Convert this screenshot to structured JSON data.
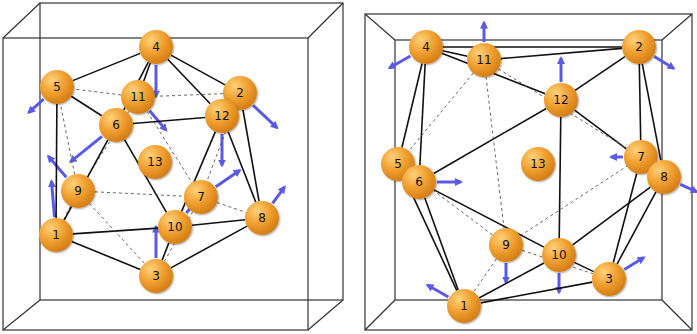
{
  "diagram": {
    "nodes": [
      {
        "text": [
          "1"
        ]
      },
      {
        "text": [
          "2"
        ]
      },
      {
        "text": [
          "3"
        ]
      },
      {
        "text": [
          "4"
        ]
      },
      {
        "text": [
          "5"
        ]
      },
      {
        "text": [
          "6"
        ]
      },
      {
        "text": [
          "7"
        ]
      },
      {
        "text": [
          "8"
        ]
      },
      {
        "text": [
          "9"
        ]
      },
      {
        "text": [
          "10"
        ]
      },
      {
        "text": [
          "11"
        ]
      },
      {
        "text": [
          "12"
        ]
      },
      {
        "text": [
          "13"
        ]
      },
      {
        "text": [
          "1"
        ]
      },
      {
        "text": [
          "2"
        ]
      },
      {
        "text": [
          "3"
        ]
      },
      {
        "text": [
          "4"
        ]
      },
      {
        "text": [
          "5"
        ]
      },
      {
        "text": [
          "6"
        ]
      },
      {
        "text": [
          "7"
        ]
      },
      {
        "text": [
          "8"
        ]
      },
      {
        "text": [
          "9"
        ]
      },
      {
        "text": [
          "10"
        ]
      },
      {
        "text": [
          "11"
        ]
      },
      {
        "text": [
          "12"
        ]
      },
      {
        "text": [
          "13"
        ]
      }
    ],
    "edges": [
      {
        "from": 3,
        "to": 1,
        "arrow": "none"
      },
      {
        "from": 3,
        "to": 11,
        "arrow": "none"
      },
      {
        "from": 3,
        "to": 10,
        "arrow": "none"
      },
      {
        "from": 1,
        "to": 11,
        "arrow": "none"
      },
      {
        "from": 1,
        "to": 10,
        "arrow": "none"
      },
      {
        "from": 3,
        "to": 4,
        "arrow": "none"
      },
      {
        "from": 3,
        "to": 5,
        "arrow": "none"
      },
      {
        "from": 1,
        "to": 6,
        "arrow": "none"
      },
      {
        "from": 1,
        "to": 7,
        "arrow": "none"
      },
      {
        "from": 11,
        "to": 9,
        "arrow": "none"
      },
      {
        "from": 11,
        "to": 5,
        "arrow": "none"
      },
      {
        "from": 11,
        "to": 7,
        "arrow": "none"
      },
      {
        "from": 10,
        "to": 8,
        "arrow": "none"
      },
      {
        "from": 10,
        "to": 4,
        "arrow": "none"
      },
      {
        "from": 10,
        "to": 6,
        "arrow": "none"
      },
      {
        "from": 9,
        "to": 5,
        "arrow": "none"
      },
      {
        "from": 9,
        "to": 7,
        "arrow": "none"
      },
      {
        "from": 9,
        "to": 0,
        "arrow": "none"
      },
      {
        "from": 9,
        "to": 2,
        "arrow": "none"
      },
      {
        "from": 8,
        "to": 4,
        "arrow": "none"
      },
      {
        "from": 8,
        "to": 6,
        "arrow": "none"
      },
      {
        "from": 8,
        "to": 0,
        "arrow": "none"
      },
      {
        "from": 8,
        "to": 2,
        "arrow": "none"
      },
      {
        "from": 0,
        "to": 2,
        "arrow": "none"
      },
      {
        "from": 0,
        "to": 4,
        "arrow": "none"
      },
      {
        "from": 0,
        "to": 5,
        "arrow": "none"
      },
      {
        "from": 2,
        "to": 6,
        "arrow": "none"
      },
      {
        "from": 2,
        "to": 7,
        "arrow": "none"
      },
      {
        "from": 4,
        "to": 5,
        "arrow": "none"
      },
      {
        "from": 6,
        "to": 7,
        "arrow": "none"
      },
      {
        "from": 16,
        "to": 14,
        "arrow": "none"
      },
      {
        "from": 16,
        "to": 24,
        "arrow": "none"
      },
      {
        "from": 16,
        "to": 23,
        "arrow": "none"
      },
      {
        "from": 14,
        "to": 24,
        "arrow": "none"
      },
      {
        "from": 14,
        "to": 23,
        "arrow": "none"
      },
      {
        "from": 16,
        "to": 17,
        "arrow": "none"
      },
      {
        "from": 16,
        "to": 18,
        "arrow": "none"
      },
      {
        "from": 14,
        "to": 19,
        "arrow": "none"
      },
      {
        "from": 14,
        "to": 20,
        "arrow": "none"
      },
      {
        "from": 24,
        "to": 22,
        "arrow": "none"
      },
      {
        "from": 24,
        "to": 18,
        "arrow": "none"
      },
      {
        "from": 24,
        "to": 20,
        "arrow": "none"
      },
      {
        "from": 23,
        "to": 21,
        "arrow": "none"
      },
      {
        "from": 23,
        "to": 17,
        "arrow": "none"
      },
      {
        "from": 23,
        "to": 19,
        "arrow": "none"
      },
      {
        "from": 22,
        "to": 18,
        "arrow": "none"
      },
      {
        "from": 22,
        "to": 20,
        "arrow": "none"
      },
      {
        "from": 22,
        "to": 13,
        "arrow": "none"
      },
      {
        "from": 22,
        "to": 15,
        "arrow": "none"
      },
      {
        "from": 21,
        "to": 17,
        "arrow": "none"
      },
      {
        "from": 21,
        "to": 19,
        "arrow": "none"
      },
      {
        "from": 21,
        "to": 13,
        "arrow": "none"
      },
      {
        "from": 21,
        "to": 15,
        "arrow": "none"
      },
      {
        "from": 13,
        "to": 15,
        "arrow": "none"
      },
      {
        "from": 13,
        "to": 17,
        "arrow": "none"
      },
      {
        "from": 13,
        "to": 18,
        "arrow": "none"
      },
      {
        "from": 15,
        "to": 19,
        "arrow": "none"
      },
      {
        "from": 15,
        "to": 20,
        "arrow": "none"
      },
      {
        "from": 17,
        "to": 18,
        "arrow": "none"
      },
      {
        "from": 19,
        "to": 20,
        "arrow": "none"
      }
    ]
  }
}
